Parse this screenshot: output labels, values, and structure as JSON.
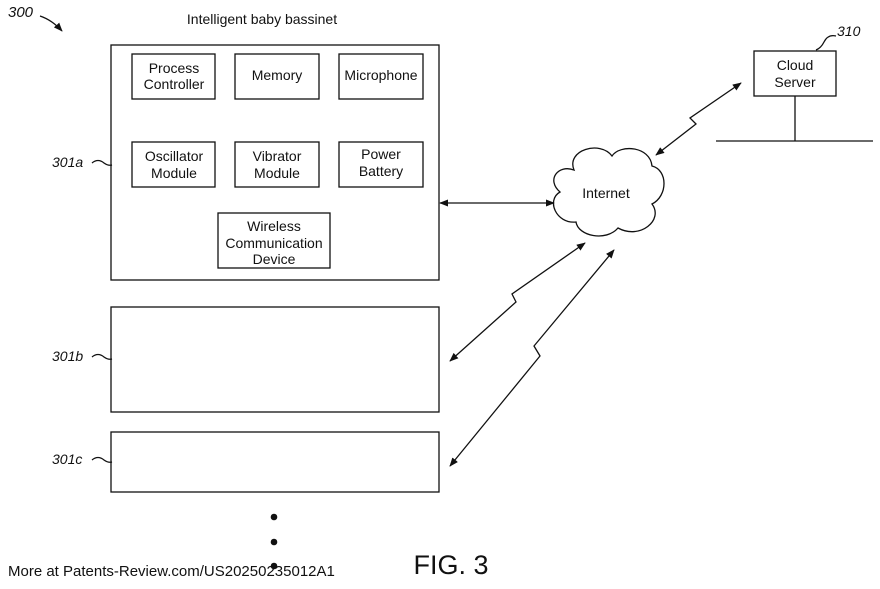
{
  "figure_ref": "300",
  "title": "Intelligent baby bassinet",
  "modules": [
    {
      "lines": [
        "Process",
        "Controller"
      ]
    },
    {
      "lines": [
        "Memory"
      ]
    },
    {
      "lines": [
        "Microphone"
      ]
    },
    {
      "lines": [
        "Oscillator",
        "Module"
      ]
    },
    {
      "lines": [
        "Vibrator",
        "Module"
      ]
    },
    {
      "lines": [
        "Power",
        "Battery"
      ]
    },
    {
      "lines": [
        "Wireless",
        "Communication",
        "Device"
      ]
    }
  ],
  "refs": {
    "bassinet_a": "301a",
    "bassinet_b": "301b",
    "bassinet_c": "301c",
    "cloud": "310"
  },
  "internet_label": "Internet",
  "cloud_server": {
    "lines": [
      "Cloud",
      "Server"
    ]
  },
  "fig_label": "FIG. 3",
  "footer": "More at Patents-Review.com/US20250235012A1"
}
